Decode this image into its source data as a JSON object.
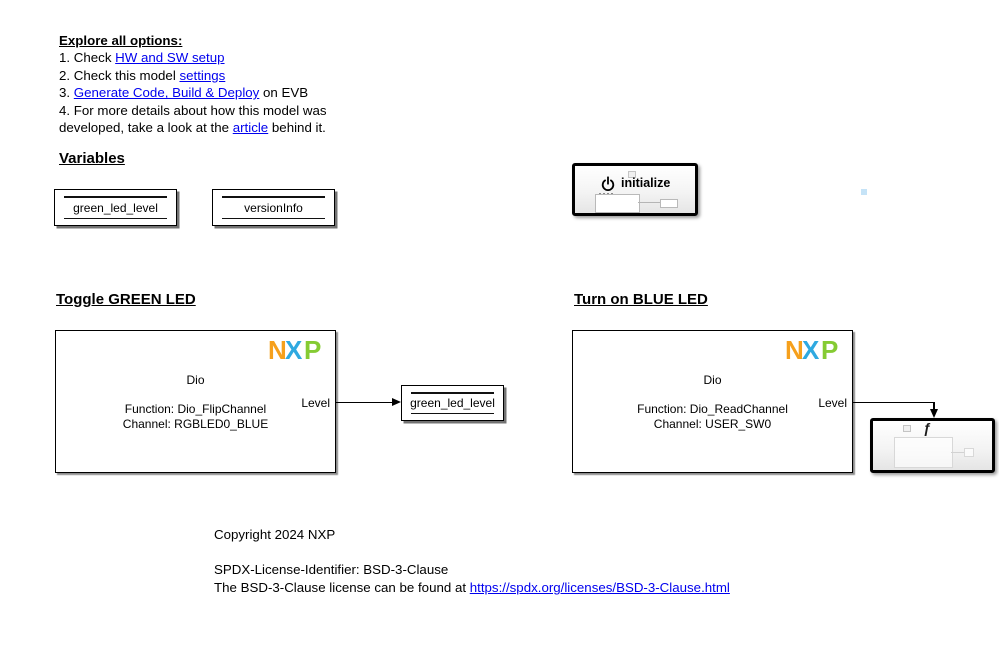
{
  "colors": {
    "link_blue": "#0000EE",
    "nxp_orange": "#F6A01C",
    "nxp_blue": "#2FA9E0",
    "nxp_green": "#85CB33"
  },
  "explore": {
    "title": "Explore all options:",
    "line1_pre": "1. Check ",
    "line1_link": "HW and SW setup",
    "line2_pre": "2. Check this model ",
    "line2_link": "settings",
    "line3_pre": "3. ",
    "line3_link": "Generate Code, Build & Deploy",
    "line3_post": " on EVB",
    "line4": "4. For more details about how this model was",
    "line5_pre": "developed, take a look at the ",
    "line5_link": "article",
    "line5_post": " behind it."
  },
  "headings": {
    "variables": "Variables",
    "toggle_green": "Toggle GREEN LED",
    "turn_blue": "Turn on BLUE LED"
  },
  "variables": {
    "green_store": "green_led_level",
    "version_store": "versionInfo"
  },
  "initialize_block": {
    "label": "initialize"
  },
  "nxp_logo": {
    "n": "N",
    "x": "X",
    "p": "P"
  },
  "dio_green": {
    "name": "Dio",
    "function_line": "Function: Dio_FlipChannel",
    "channel_line": "Channel: RGBLED0_BLUE",
    "out_port": "Level"
  },
  "green_write": {
    "label": "green_led_level"
  },
  "dio_blue": {
    "name": "Dio",
    "function_line": "Function: Dio_ReadChannel",
    "channel_line": "Channel: USER_SW0",
    "out_port": "Level"
  },
  "footer": {
    "copyright": "Copyright 2024 NXP",
    "spdx": "SPDX-License-Identifier: BSD-3-Clause",
    "license_pre": "The BSD-3-Clause license can be found at ",
    "license_link": "https://spdx.org/licenses/BSD-3-Clause.html"
  }
}
